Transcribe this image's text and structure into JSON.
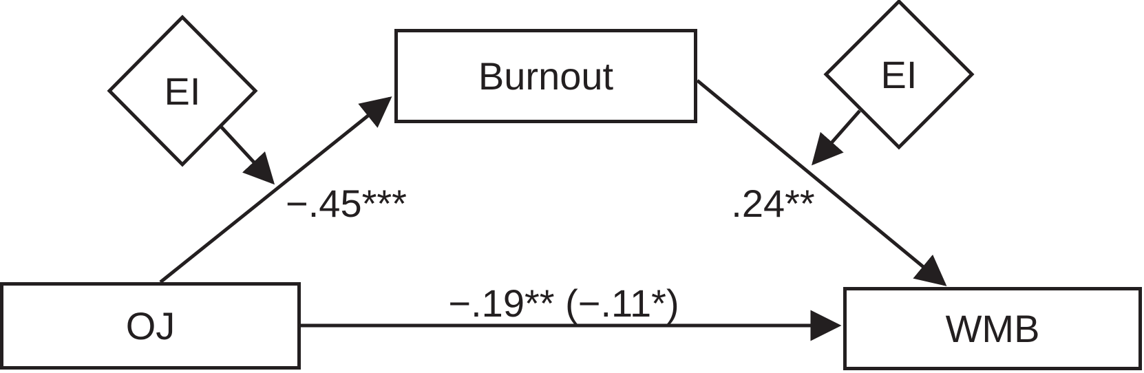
{
  "diagram": {
    "type": "moderated-mediation-path-model",
    "colors": {
      "ink": "#231f20",
      "background": "#ffffff"
    },
    "nodes": {
      "oj": {
        "label": "OJ",
        "shape": "rectangle",
        "role": "independent-variable"
      },
      "burnout": {
        "label": "Burnout",
        "shape": "rectangle",
        "role": "mediator"
      },
      "wmb": {
        "label": "WMB",
        "shape": "rectangle",
        "role": "dependent-variable"
      },
      "ei_left": {
        "label": "EI",
        "shape": "diamond",
        "role": "moderator"
      },
      "ei_right": {
        "label": "EI",
        "shape": "diamond",
        "role": "moderator"
      }
    },
    "paths": {
      "oj_to_burnout": {
        "label": "−.45***",
        "from": "OJ",
        "to": "Burnout"
      },
      "burnout_to_wmb": {
        "label": ".24**",
        "from": "Burnout",
        "to": "WMB"
      },
      "oj_to_wmb": {
        "label": "−.19** (−.11*)",
        "from": "OJ",
        "to": "WMB"
      },
      "ei_left_moderation": {
        "label": "",
        "from": "EI",
        "to": "OJ–Burnout path"
      },
      "ei_right_moderation": {
        "label": "",
        "from": "EI",
        "to": "Burnout–WMB path"
      }
    }
  }
}
